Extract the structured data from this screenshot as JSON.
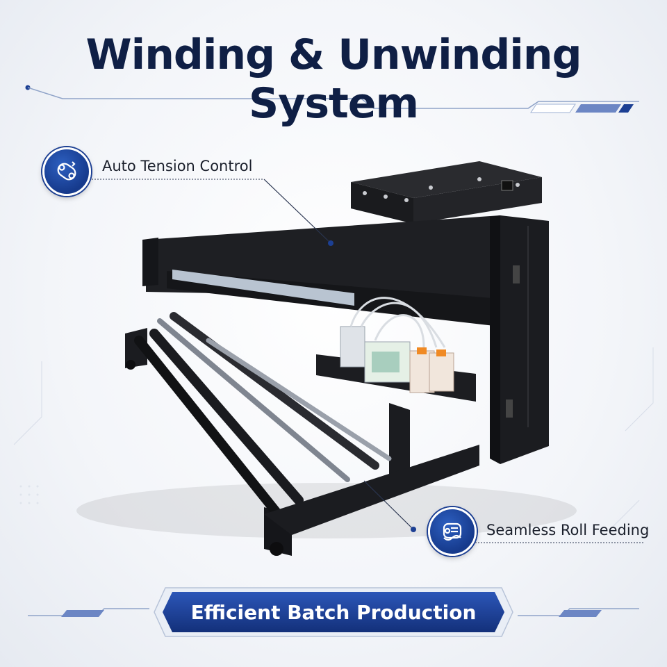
{
  "title": "Winding & Unwinding System",
  "features": {
    "auto_tension": {
      "label": "Auto Tension Control",
      "icon": "tension-belt-icon"
    },
    "roll_feeding": {
      "label": "Seamless Roll Feeding",
      "icon": "paper-roll-icon"
    }
  },
  "banner": {
    "label": "Efficient Batch Production"
  },
  "colors": {
    "navy_text": "#0f1f45",
    "accent_blue": "#1c3f93",
    "machine_black": "#1b1c1f"
  }
}
